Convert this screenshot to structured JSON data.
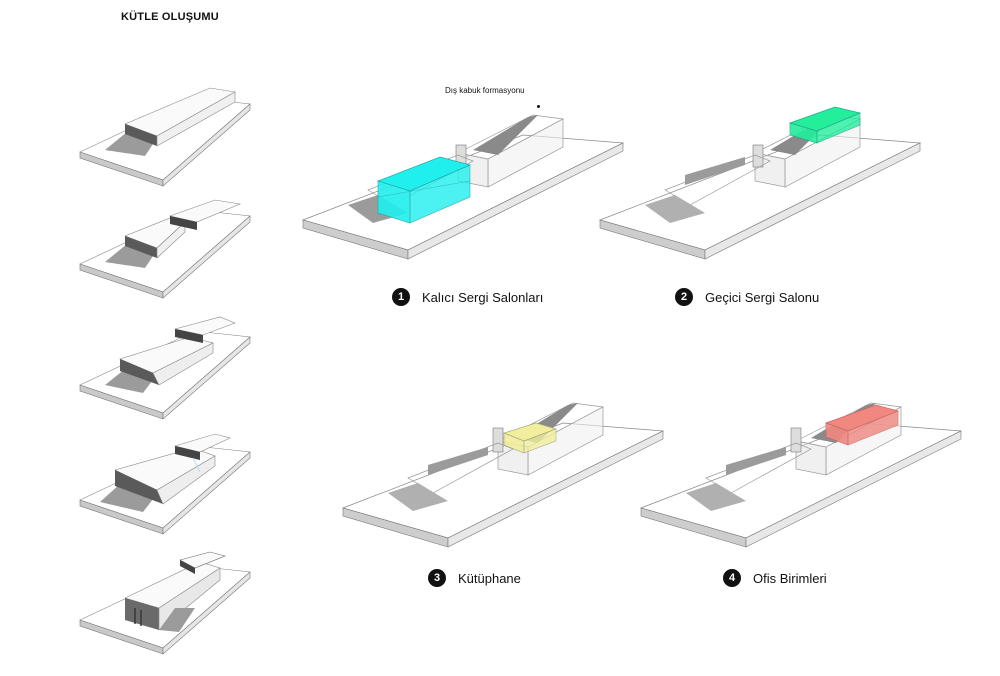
{
  "title": "KÜTLE OLUŞUMU",
  "annotation": "Dış kabuk formasyonu",
  "colors": {
    "kalici": "#1ff0ee",
    "gecici": "#22ee9c",
    "kutuphane": "#f1ee9c",
    "ofis": "#f08880"
  },
  "diagrams": [
    {
      "number": "1",
      "label": "Kalıcı Sergi Salonları"
    },
    {
      "number": "2",
      "label": "Geçici Sergi Salonu"
    },
    {
      "number": "3",
      "label": "Kütüphane"
    },
    {
      "number": "4",
      "label": "Ofis Birimleri"
    }
  ]
}
